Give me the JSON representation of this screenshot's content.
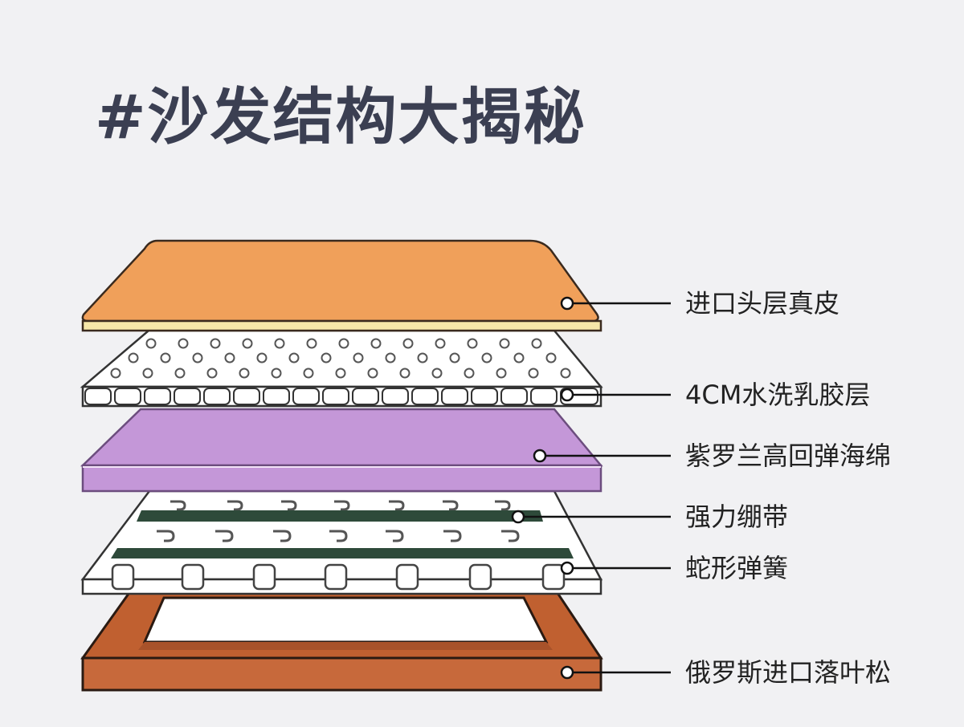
{
  "title": "#沙发结构大揭秘",
  "layers": [
    {
      "id": "leather",
      "label": "进口头层真皮",
      "color": "#f0a05a"
    },
    {
      "id": "latex",
      "label": "4CM水洗乳胶层",
      "color": "#ffffff"
    },
    {
      "id": "foam",
      "label": "紫罗兰高回弹海绵",
      "color": "#c497d8"
    },
    {
      "id": "straps",
      "label": "强力绷带",
      "color": "#2e4a3a"
    },
    {
      "id": "springs",
      "label": "蛇形弹簧",
      "color": "#ffffff"
    },
    {
      "id": "frame",
      "label": "俄罗斯进口落叶松",
      "color": "#c7693b"
    }
  ]
}
